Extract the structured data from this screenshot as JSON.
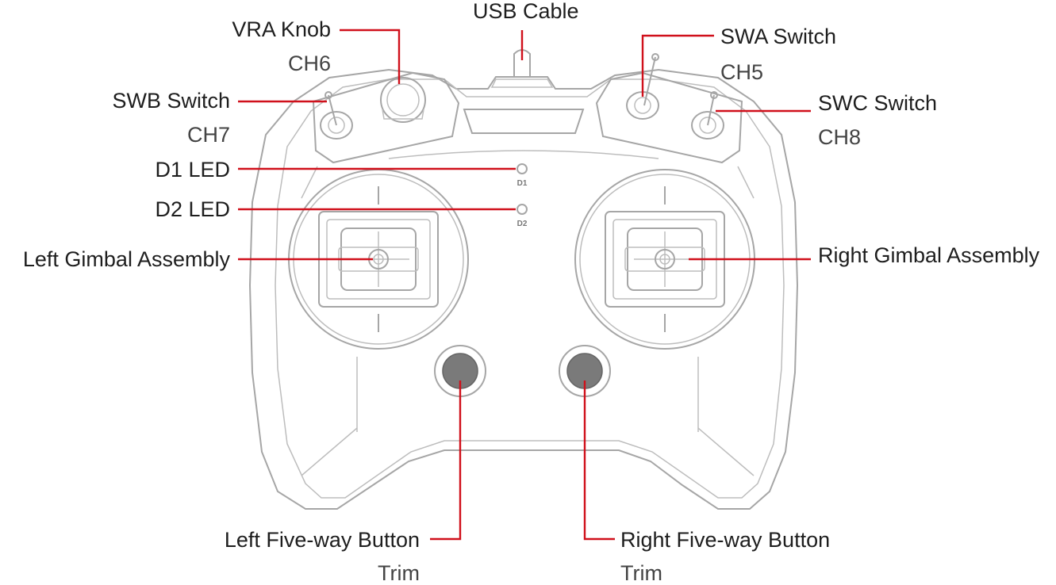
{
  "labels": {
    "usb": {
      "name": "USB Cable"
    },
    "vra": {
      "name": "VRA Knob",
      "channel": "CH6"
    },
    "swa": {
      "name": "SWA Switch",
      "channel": "CH5"
    },
    "swb": {
      "name": "SWB Switch",
      "channel": "CH7"
    },
    "swc": {
      "name": "SWC Switch",
      "channel": "CH8"
    },
    "d1": {
      "name": "D1 LED",
      "mark": "D1"
    },
    "d2": {
      "name": "D2 LED",
      "mark": "D2"
    },
    "left_gimbal": {
      "name": "Left Gimbal Assembly"
    },
    "right_gimbal": {
      "name": "Right Gimbal Assembly"
    },
    "left_button": {
      "name": "Left Five-way Button",
      "function": "Trim"
    },
    "right_button": {
      "name": "Right Five-way Button",
      "function": "Trim"
    }
  },
  "colors": {
    "leader": "#d0101b",
    "outline": "#a6a6a6",
    "button_fill": "#7a7a7a"
  }
}
